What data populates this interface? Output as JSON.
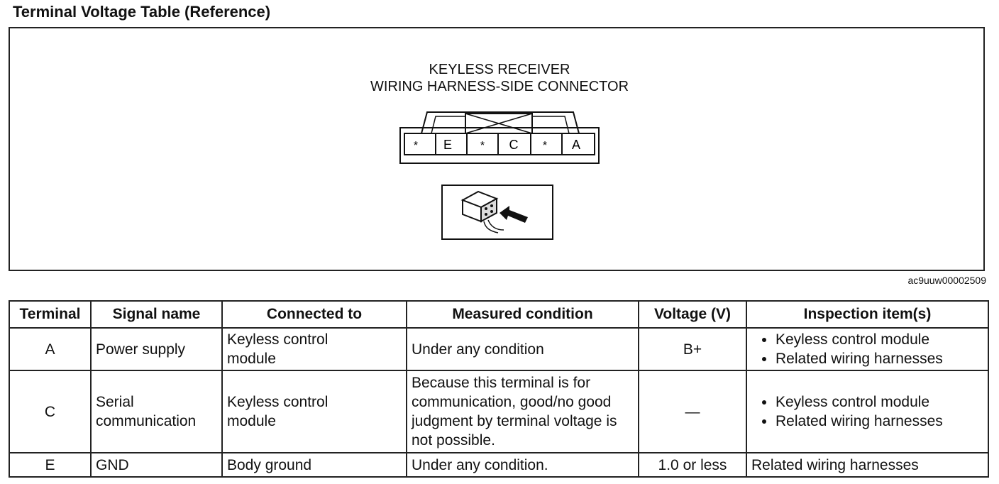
{
  "title": "Terminal Voltage Table (Reference)",
  "figure": {
    "caption_line1": "KEYLESS RECEIVER",
    "caption_line2": "WIRING HARNESS-SIDE CONNECTOR",
    "pins": [
      "*",
      "E",
      "*",
      "C",
      "*",
      "A"
    ],
    "figure_id": "ac9uuw00002509"
  },
  "table": {
    "headers": [
      "Terminal",
      "Signal name",
      "Connected to",
      "Measured condition",
      "Voltage (V)",
      "Inspection item(s)"
    ],
    "rows": [
      {
        "terminal": "A",
        "signal_line1": "Power supply",
        "signal_line2": "",
        "connected_line1": "Keyless control",
        "connected_line2": "module",
        "condition": "Under any condition",
        "voltage": "B+",
        "item1": "Keyless control module",
        "item2": "Related wiring harnesses"
      },
      {
        "terminal": "C",
        "signal_line1": "Serial",
        "signal_line2": "communication",
        "connected_line1": "Keyless control",
        "connected_line2": "module",
        "condition": "Because this terminal is for communication, good/no good judgment by terminal voltage is not possible.",
        "voltage": "—",
        "item1": "Keyless control module",
        "item2": "Related wiring harnesses"
      },
      {
        "terminal": "E",
        "signal_line1": "GND",
        "signal_line2": "",
        "connected_line1": "Body ground",
        "connected_line2": "",
        "condition": "Under any condition.",
        "voltage": "1.0 or less",
        "item1": "Related wiring harnesses"
      }
    ]
  }
}
